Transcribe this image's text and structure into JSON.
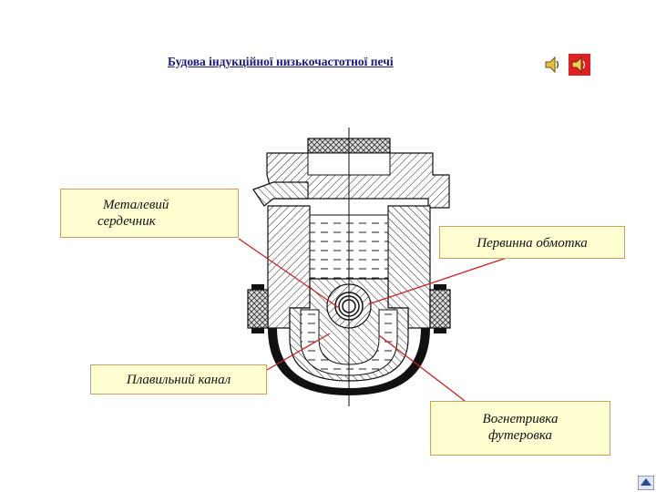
{
  "header": {
    "title": "Будова індукційної низькочастотної печі"
  },
  "labels": {
    "core": "Металевий сердечник",
    "core_line1": "Металевий",
    "core_line2": "сердечник",
    "winding": "Первинна обмотка",
    "channel": "Плавильний канал",
    "lining_line1": "Вогнетривка",
    "lining_line2": "футеровка"
  },
  "icons": {
    "speaker_1": "speaker-icon",
    "speaker_2": "speaker-icon",
    "nav": "home-arrow-icon"
  },
  "colors": {
    "label_fill": "#ffffd2",
    "label_border": "#c9a060",
    "leader": "#d02020",
    "title": "#1a1a80"
  }
}
